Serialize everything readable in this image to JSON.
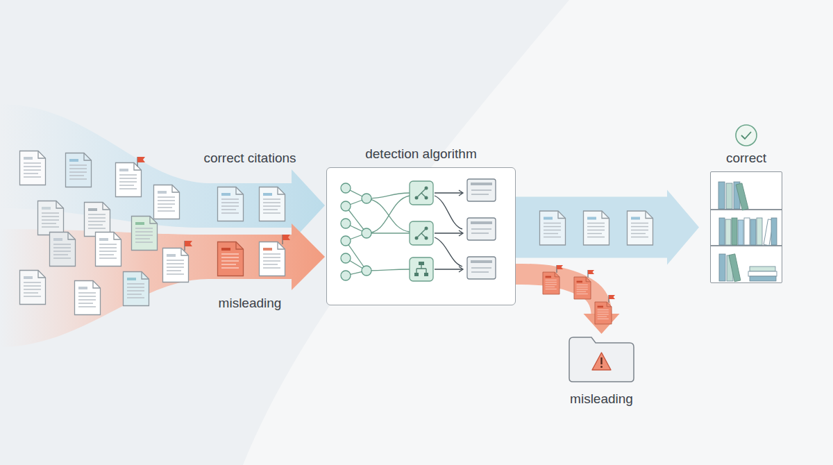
{
  "diagram": {
    "nodes": [
      {
        "text": [
          "detection algorithm"
        ]
      },
      {
        "text": [
          "correct"
        ]
      },
      {
        "text": [
          "misleading"
        ]
      }
    ],
    "edges": [
      {
        "from": 0,
        "to": 1,
        "arrow": "to"
      },
      {
        "from": 0,
        "to": 2,
        "arrow": "to"
      }
    ],
    "labels": [
      "correct citations",
      "misleading"
    ]
  }
}
